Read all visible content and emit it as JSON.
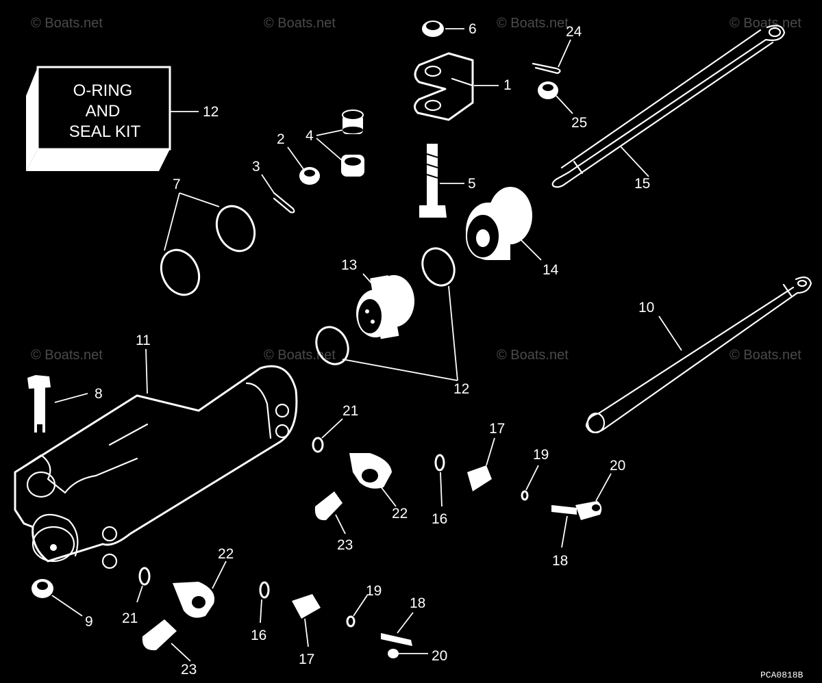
{
  "watermark": "© Boats.net",
  "kit_label": {
    "line1": "O-RING",
    "line2": "AND",
    "line3": "SEAL KIT"
  },
  "callouts": {
    "c1": "1",
    "c2": "2",
    "c3": "3",
    "c4": "4",
    "c5": "5",
    "c6": "6",
    "c7": "7",
    "c8": "8",
    "c9": "9",
    "c10": "10",
    "c11": "11",
    "c12a": "12",
    "c12b": "12",
    "c13": "13",
    "c14": "14",
    "c15": "15",
    "c16a": "16",
    "c16b": "16",
    "c17a": "17",
    "c17b": "17",
    "c18a": "18",
    "c18b": "18",
    "c19a": "19",
    "c19b": "19",
    "c20a": "20",
    "c20b": "20",
    "c21a": "21",
    "c21b": "21",
    "c22a": "22",
    "c22b": "22",
    "c23a": "23",
    "c23b": "23",
    "c24": "24",
    "c25": "25"
  },
  "drawing_code": "PCA0818B"
}
